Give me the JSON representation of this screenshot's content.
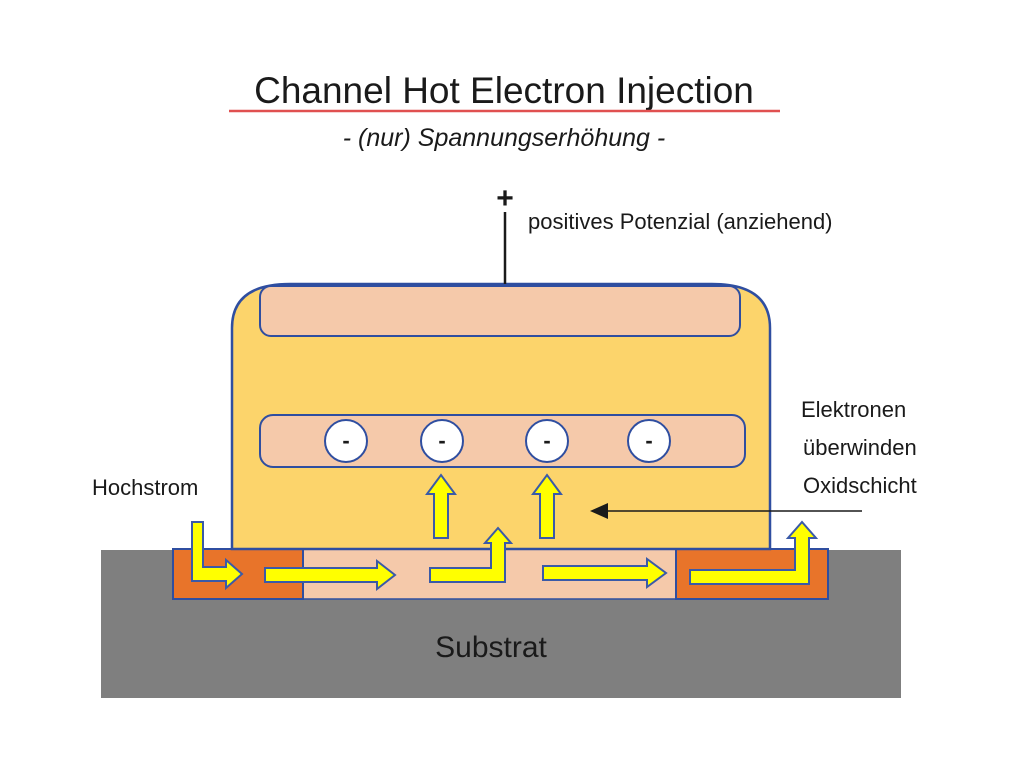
{
  "title": "Channel Hot Electron Injection",
  "subtitle": "- (nur) Spannungserhöhung -",
  "gate_polarity": "+",
  "gate_label": "positives Potenzial (anziehend)",
  "source_label": "Hochstrom",
  "electron_label": [
    "Elektronen",
    "überwinden",
    "Oxidschicht"
  ],
  "substrate_label": "Substrat",
  "electron_symbol": "-",
  "electron_count": 4,
  "colors": {
    "gate_body": "#fcd46b",
    "gate_outline": "#2f4ea0",
    "floating_gate": "#f5c9aa",
    "substrate": "#7f7f7f",
    "source_drain": "#e8742a",
    "channel": "#f5c9aa",
    "arrow_fill": "#ffff00",
    "arrow_stroke": "#3a5aa8",
    "plus": "#e8742a",
    "title_underline": "#e05050"
  }
}
